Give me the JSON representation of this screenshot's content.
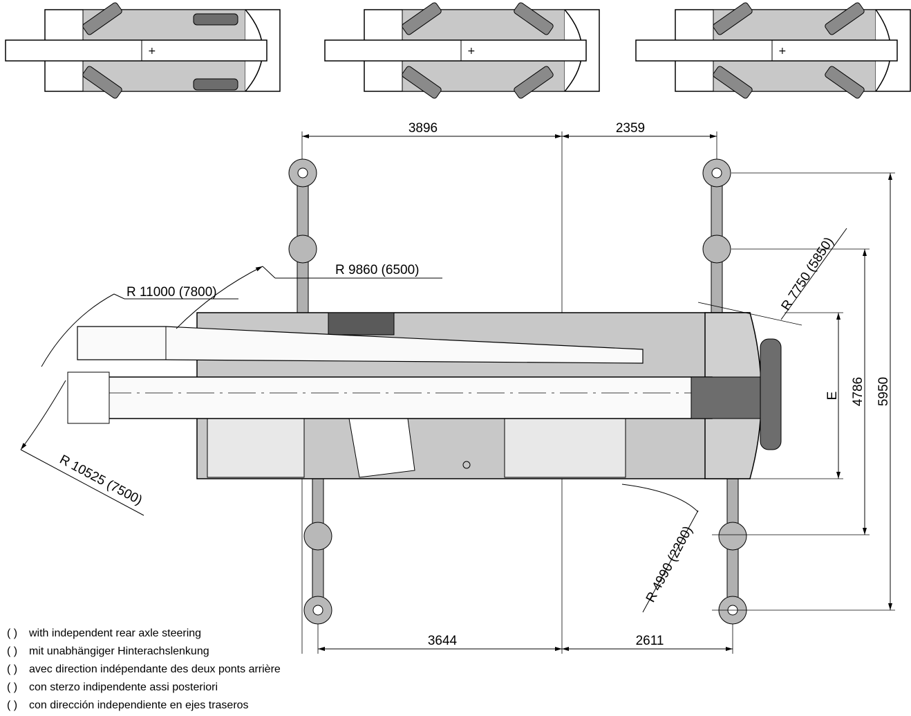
{
  "dimensions": {
    "top_left": "3896",
    "top_right": "2359",
    "bottom_left": "3644",
    "bottom_right": "2611",
    "right_inner": "E",
    "right_mid": "4786",
    "right_outer": "5950"
  },
  "radii": {
    "r1": "R 11000 (7800)",
    "r2": "R 9860 (6500)",
    "r3": "R 7750 (5850)",
    "r4": "R 10525 (7500)",
    "r5": "R 4990 (2200)"
  },
  "legend": [
    {
      "mark": "( )",
      "text": "with independent rear axle steering"
    },
    {
      "mark": "( )",
      "text": "mit unabhängiger Hinterachslenkung"
    },
    {
      "mark": "( )",
      "text": "avec direction indépendante des deux ponts arrière"
    },
    {
      "mark": "( )",
      "text": "con sterzo indipendente assi posteriori"
    },
    {
      "mark": "( )",
      "text": "con dirección independiente en ejes traseros"
    }
  ],
  "colors": {
    "body_gray": "#c8c8c8",
    "dark_gray": "#7a7a7a",
    "line": "#000000"
  }
}
